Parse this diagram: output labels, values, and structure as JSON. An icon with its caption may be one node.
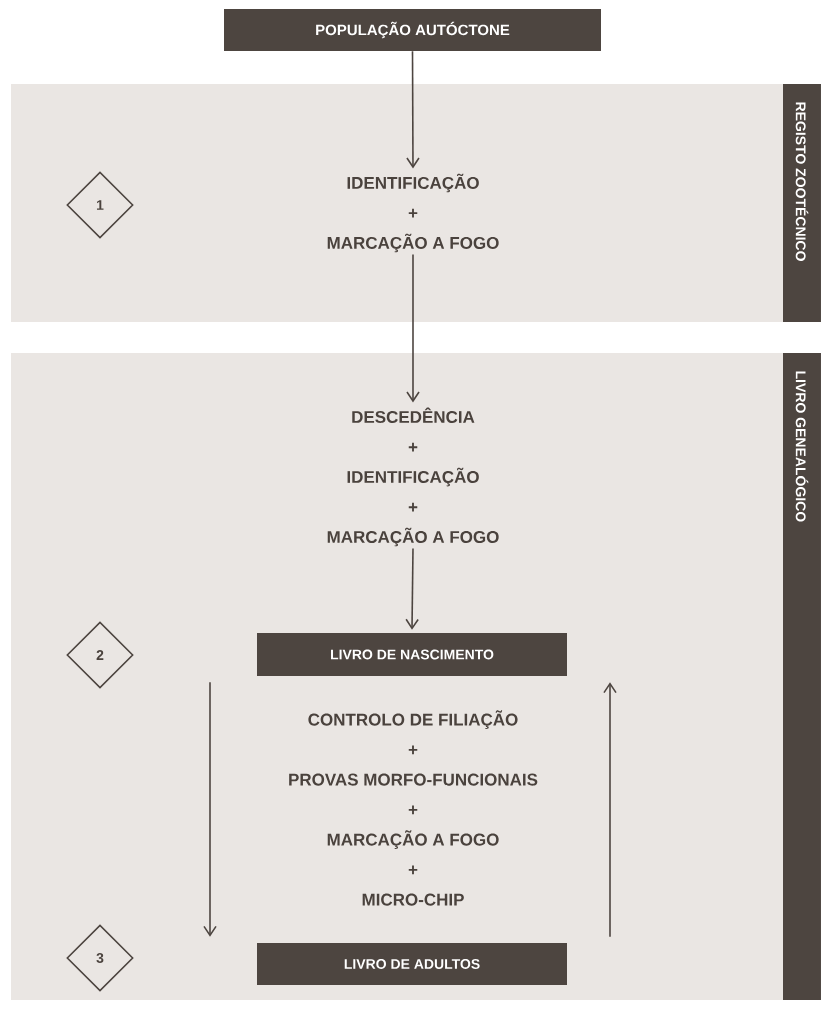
{
  "diagram": {
    "nodes": [
      {
        "text": [
          "POPULAÇÃO AUTÓCTONE"
        ]
      },
      {
        "text": [
          "REGISTO ZOOTÉCNICO"
        ]
      },
      {
        "text": [
          "1"
        ],
        "in": 1
      },
      {
        "text": [
          "IDENTIFICAÇÃO",
          "+",
          "MARCAÇÃO A FOGO"
        ],
        "in": 1
      },
      {
        "text": [
          "LIVRO GENEALÓGICO"
        ]
      },
      {
        "text": [
          "DESCEDÊNCIA",
          "+",
          "IDENTIFICAÇÃO",
          "+",
          "MARCAÇÃO A FOGO"
        ],
        "in": 4
      },
      {
        "text": [
          "2"
        ],
        "in": 4
      },
      {
        "text": [
          "LIVRO DE NASCIMENTO"
        ],
        "in": 4
      },
      {
        "text": [
          "CONTROLO DE FILIAÇÃO",
          "+",
          "PROVAS MORFO-FUNCIONAIS",
          "+",
          "MARCAÇÃO A FOGO",
          "+",
          "MICRO-CHIP"
        ],
        "in": 4
      },
      {
        "text": [
          "3"
        ],
        "in": 4
      },
      {
        "text": [
          "LIVRO DE ADULTOS"
        ],
        "in": 4
      }
    ],
    "edges": [
      {
        "from": 0,
        "to": 3,
        "arrow": "to"
      },
      {
        "from": 3,
        "to": 5,
        "arrow": "to"
      },
      {
        "from": 5,
        "to": 7,
        "arrow": "to"
      },
      {
        "from": 7,
        "to": 10,
        "arrow": "to"
      },
      {
        "from": 10,
        "to": 7,
        "arrow": "to"
      }
    ]
  }
}
